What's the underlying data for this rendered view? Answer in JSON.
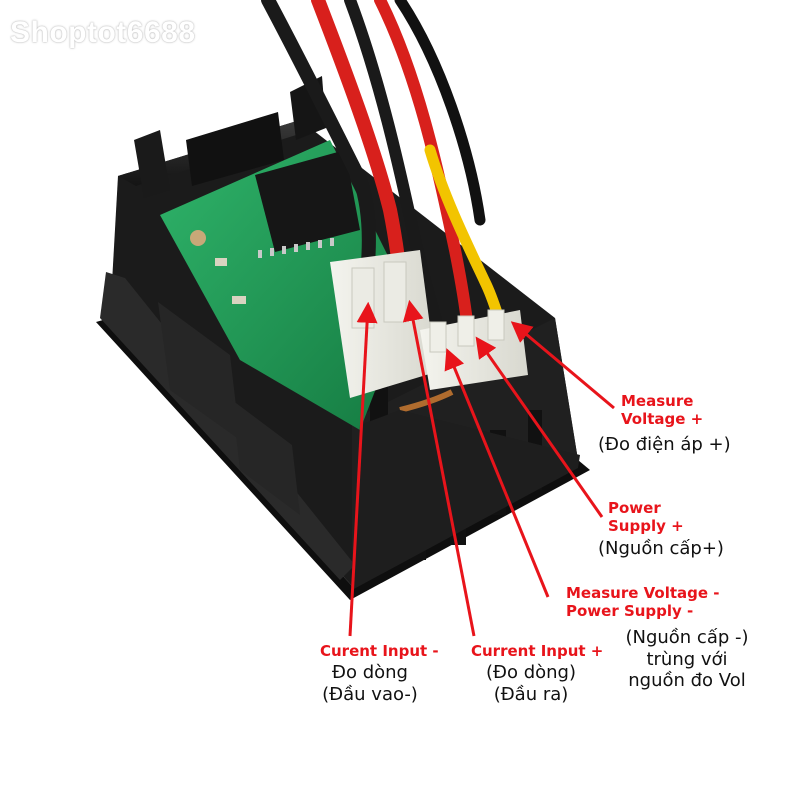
{
  "watermark": "Shoptot6688",
  "colors": {
    "arrow": "#e8141b",
    "english_label": "#e8141b",
    "vietnamese_label": "#111111",
    "wire_red": "#d8201c",
    "wire_black": "#1a1a1a",
    "wire_yellow": "#f2c400",
    "housing": "#222222",
    "pcb": "#1d9a54"
  },
  "labels": {
    "measure_voltage_plus": {
      "en": [
        "Measure",
        "Voltage +"
      ],
      "vi": "(Đo điện áp +)"
    },
    "power_supply_plus": {
      "en": [
        "Power",
        "Supply  +"
      ],
      "vi": "(Nguồn cấp+)"
    },
    "measure_voltage_minus": {
      "en": [
        "Measure Voltage -",
        "Power Supply -"
      ],
      "vi": [
        "(Nguồn cấp -)",
        "trùng với",
        "nguồn đo Vol"
      ]
    },
    "current_input_minus": {
      "en": "Curent Input -",
      "vi": [
        "Đo dòng",
        "(Đầu vao-)"
      ]
    },
    "current_input_plus": {
      "en": "Current Input +",
      "vi": [
        "(Đo dòng)",
        "(Đầu ra)"
      ]
    }
  }
}
